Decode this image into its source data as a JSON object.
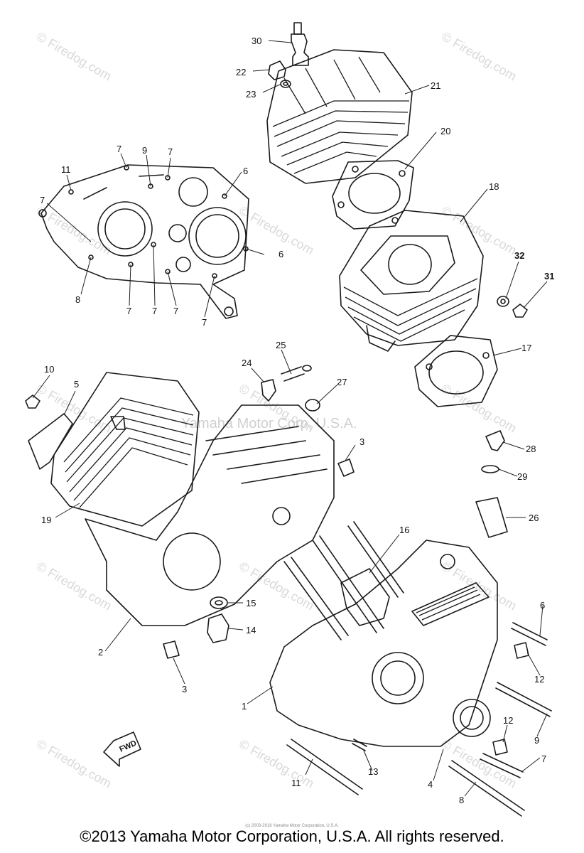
{
  "watermark": "© Firedog.com",
  "ghost_watermark": "Yamaha Motor Corp, U.S.A.",
  "fwd_label": "FWD",
  "callouts": [
    "30",
    "22",
    "23",
    "21",
    "20",
    "18",
    "32",
    "31",
    "17",
    "7",
    "9",
    "7",
    "11",
    "6",
    "7",
    "6",
    "8",
    "7",
    "7",
    "7",
    "7",
    "7",
    "10",
    "5",
    "25",
    "24",
    "27",
    "3",
    "28",
    "29",
    "26",
    "19",
    "16",
    "15",
    "14",
    "2",
    "3",
    "6",
    "12",
    "1",
    "9",
    "12",
    "7",
    "11",
    "13",
    "4",
    "8"
  ],
  "fine_print": "(c) 2003-2016 Yamaha Motor Corporation, U.S.A.",
  "copyright": "©2013 Yamaha Motor Corporation, U.S.A. All rights reserved."
}
